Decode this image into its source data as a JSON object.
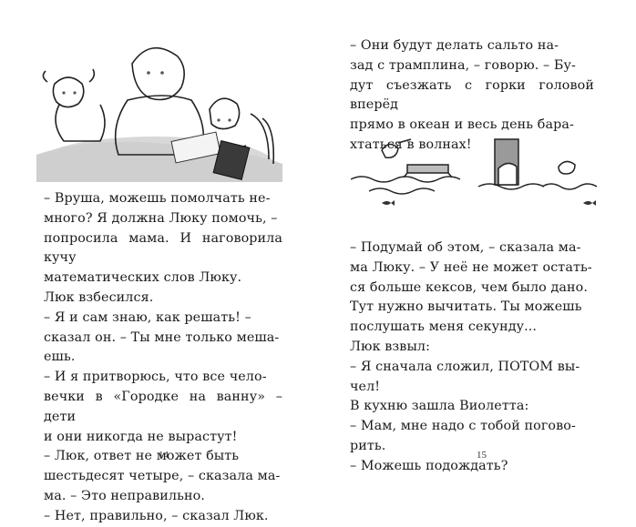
{
  "spread": {
    "left": {
      "page_number": "14",
      "paragraphs": [
        "– Вруша, можешь помолчать не-\nмного? Я должна Люку помочь, –\nпопросила мама. И наговорила кучу\nматематических слов Люку.",
        "Люк взбесился.",
        "– Я и сам знаю, как решать! –\nсказал он. – Ты мне только меша-\nешь.",
        "– И я притворюсь, что все чело-\nвечки в «Городке на ванну» – дети\nи они никогда не вырастут!",
        "– Люк, ответ не может быть\nшестьдесят четыре, – сказала ма-\nма. – Это неправильно.",
        "– Нет, правильно, – сказал Люк."
      ]
    },
    "right": {
      "page_number": "15",
      "top_paragraph": "– Они будут делать сальто на-\nзад с трамплина, – говорю. – Бу-\nдут съезжать с горки головой вперёд\nпрямо в океан и весь день бара-\nхтаться в волнах!",
      "paragraphs": [
        "– Подумай об этом, – сказала ма-\nма Люку. – У неё не может остать-\nся больше кексов, чем было дано.\nТут нужно вычитать. Ты можешь\nпослушать меня секунду...",
        "Люк взвыл:",
        "– Я сначала сложил, ПОТОМ вы-\nчел!",
        "В кухню зашла Виолетта:",
        "– Мам, мне надо с тобой погово-\nрить.",
        "– Можешь подождать?"
      ]
    }
  }
}
